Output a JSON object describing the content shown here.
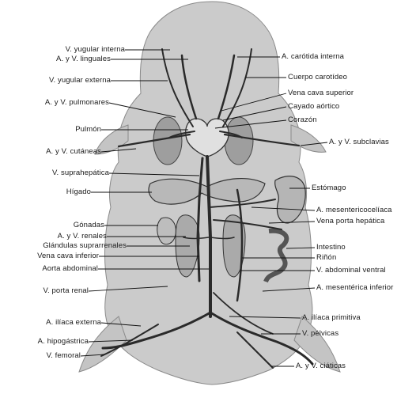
{
  "labels_left": [
    "V. yugular interna",
    "A. y V. linguales",
    "V. yugular externa",
    "A. y V. pulmonares",
    "Pulmón",
    "A. y V. cutáneas",
    "V. suprahepática",
    "Hígado",
    "Gónadas",
    "A. y V. renales",
    "Glándulas suprarrenales",
    "Vena cava inferior",
    "Aorta abdominal",
    "V. porta renal",
    "A. ilíaca externa",
    "A. hipogástrica",
    "V. femoral"
  ],
  "labels_right": [
    "A. carótida interna",
    "Cuerpo carotídeo",
    "Vena cava superior",
    "Cayado aórtico",
    "Corazón",
    "A. y V. subclavias",
    "Estómago",
    "A. mesentericocelíaca",
    "Vena porta hepática",
    "Intestino",
    "Riñón",
    "V. abdominal ventral",
    "A. mesentérica inferior",
    "A. ilíaca primitiva",
    "V. pélvicas",
    "A. y V. ciáticas"
  ],
  "colors": {
    "body_fill": "#c9c9c9",
    "organ_fill": "#a8a8a8",
    "vessel": "#2a2a2a",
    "leader": "#111111"
  }
}
